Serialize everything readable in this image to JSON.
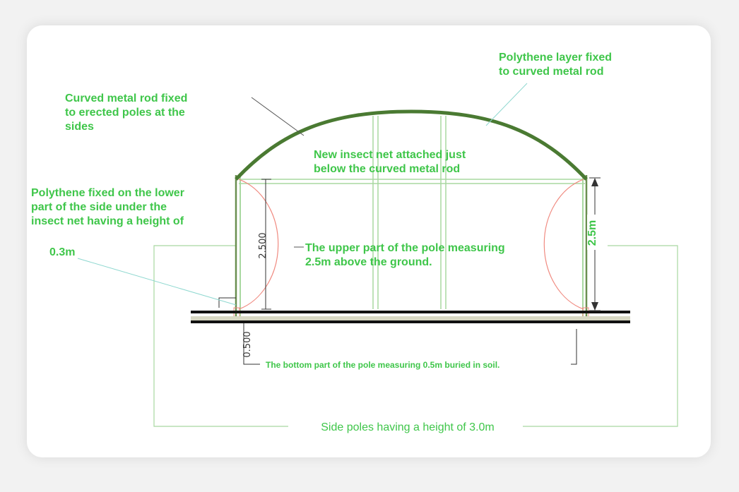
{
  "labels": {
    "curved_rod": [
      "Curved  metal  rod  fixed",
      "to  erected   poles  at  the",
      "sides"
    ],
    "polythene_layer": [
      "Polythene  layer  fixed",
      "to  curved  metal  rod"
    ],
    "insect_net": [
      "New insect net attached just",
      "below the curved metal rod"
    ],
    "polythene_lower": [
      "Polythene fixed on the lower",
      "part of the side under the",
      "insect net having a height of"
    ],
    "height_03": "0.3m",
    "upper_pole": [
      "The upper part of the pole measuring",
      "2.5m above the ground."
    ],
    "bottom_pole": "The bottom part of the pole measuring 0.5m buried in soil.",
    "side_poles": "Side poles having a height of 3.0m",
    "dim_2500": "2.500",
    "dim_0500": "0.500",
    "dim_25m": "2.5m"
  },
  "colors": {
    "label_green": "#3fc64a",
    "rod_green": "#4a7a32",
    "frame_green": "#a8d8a0",
    "arc_red": "#f08a80",
    "leader_cyan": "#8fd8d0",
    "ground": "#111111"
  }
}
